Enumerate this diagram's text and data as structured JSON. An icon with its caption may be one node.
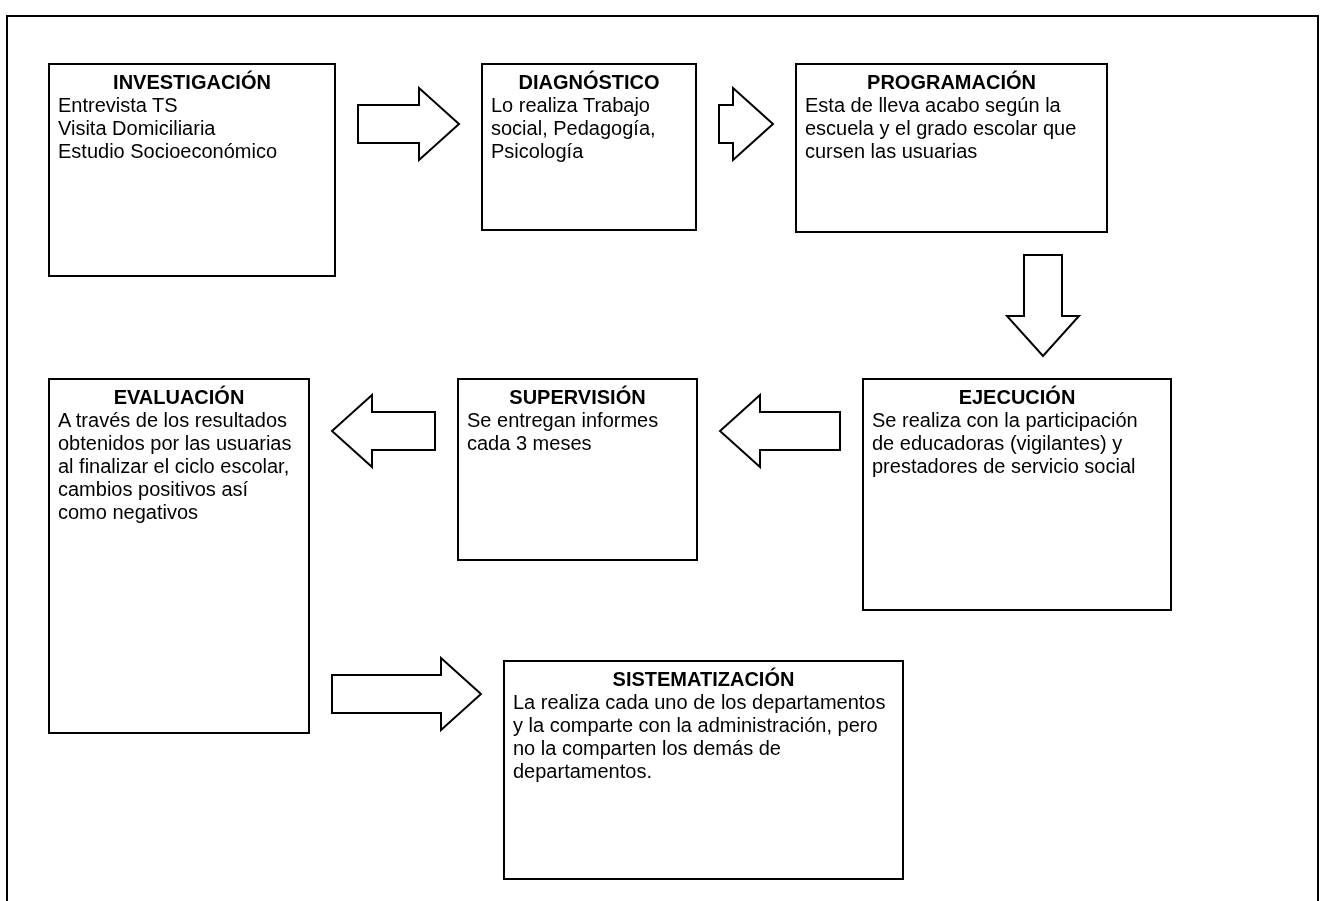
{
  "diagram": {
    "nodes": [
      {
        "text": [
          "INVESTIGACIÓN",
          "Entrevista TS",
          "Visita Domiciliaria",
          "Estudio Socioeconómico"
        ]
      },
      {
        "text": [
          "DIAGNÓSTICO",
          "Lo realiza Trabajo social, Pedagogía, Psicología"
        ]
      },
      {
        "text": [
          "PROGRAMACIÓN",
          "Esta de lleva acabo según la escuela y el grado escolar que cursen las usuarias"
        ]
      },
      {
        "text": [
          "EJECUCIÓN",
          "Se realiza con la participación de educadoras (vigilantes) y prestadores de servicio social"
        ]
      },
      {
        "text": [
          "SUPERVISIÓN",
          "Se entregan informes cada 3 meses"
        ]
      },
      {
        "text": [
          "EVALUACIÓN",
          "A través de los resultados obtenidos por las usuarias al finalizar el ciclo escolar, cambios positivos así como negativos"
        ]
      },
      {
        "text": [
          "SISTEMATIZACIÓN",
          "La realiza cada uno de los departamentos y la comparte con la administración, pero no la comparten los demás de departamentos."
        ]
      }
    ],
    "edges": [
      {
        "from": 0,
        "to": 1,
        "arrow": "to"
      },
      {
        "from": 1,
        "to": 2,
        "arrow": "to"
      },
      {
        "from": 2,
        "to": 3,
        "arrow": "to"
      },
      {
        "from": 3,
        "to": 4,
        "arrow": "to"
      },
      {
        "from": 4,
        "to": 5,
        "arrow": "to"
      },
      {
        "from": 5,
        "to": 6,
        "arrow": "to"
      }
    ]
  }
}
